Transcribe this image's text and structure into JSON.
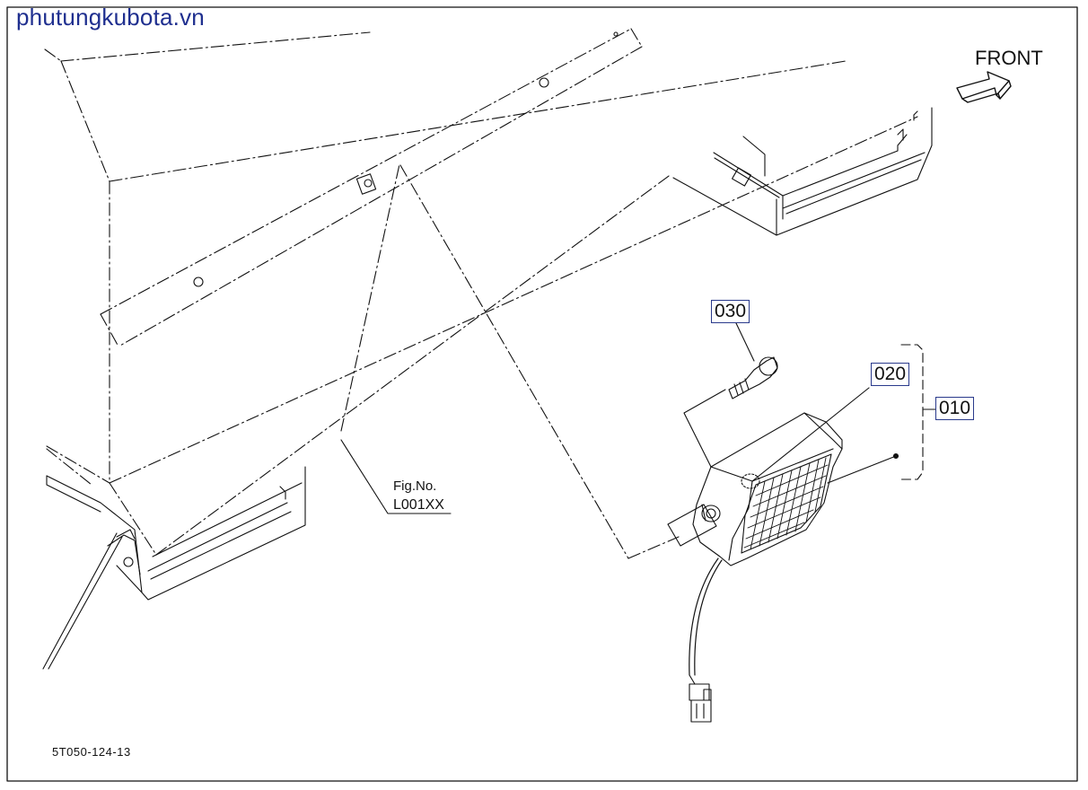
{
  "watermark": {
    "text": "phutungkubota.vn",
    "color": "#1f2f8f"
  },
  "front_label": "FRONT",
  "figure_ref": {
    "line1": "Fig.No.",
    "line2": "L001XX"
  },
  "callouts": [
    {
      "id": "010",
      "label": "010"
    },
    {
      "id": "020",
      "label": "020"
    },
    {
      "id": "030",
      "label": "030"
    }
  ],
  "diagram_id": "5T050-124-13",
  "colors": {
    "line": "#111111",
    "callout_border": "#2a3a8c"
  }
}
